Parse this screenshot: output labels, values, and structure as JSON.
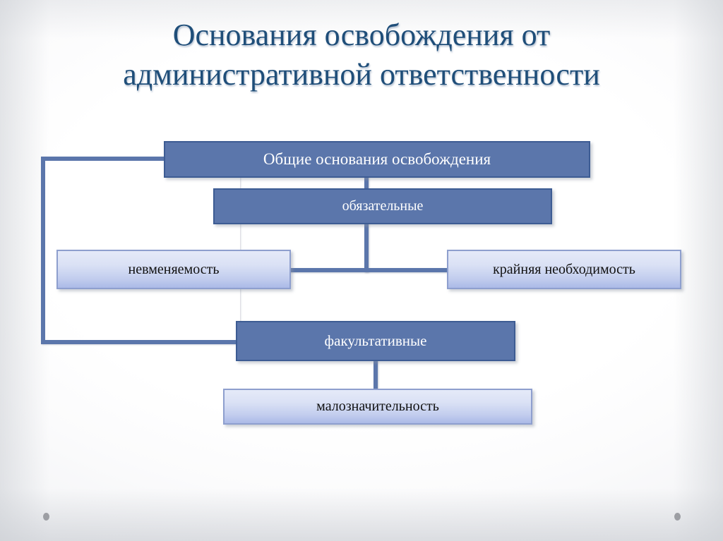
{
  "slide": {
    "title": "Основания освобождения от\nадминистративной ответственности",
    "title_color": "#1f4e79",
    "background_color": "#ffffff"
  },
  "diagram": {
    "type": "hierarchy-flowchart",
    "accent_dark": "#5b76ab",
    "accent_dark_border": "#3d5c93",
    "accent_light_top": "#e5eaf8",
    "accent_light_bottom": "#abbae7",
    "accent_light_border": "#8e9fce",
    "connector_color": "#5b76ab",
    "nodes": [
      {
        "id": "root",
        "label": "Общие основания освобождения",
        "style": "dark"
      },
      {
        "id": "mandatory",
        "label": "обязательные",
        "style": "dark"
      },
      {
        "id": "insanity",
        "label": "невменяемость",
        "style": "light"
      },
      {
        "id": "extreme-need",
        "label": "крайняя необходимость",
        "style": "light"
      },
      {
        "id": "optional",
        "label": "факультативные",
        "style": "dark"
      },
      {
        "id": "insignificance",
        "label": "малозначительность",
        "style": "light"
      }
    ],
    "edges": [
      {
        "from": "root",
        "to": "mandatory"
      },
      {
        "from": "mandatory",
        "to": "insanity"
      },
      {
        "from": "mandatory",
        "to": "extreme-need"
      },
      {
        "from": "root",
        "to": "optional"
      },
      {
        "from": "optional",
        "to": "insignificance"
      }
    ]
  },
  "decor": {
    "dot_color": "#8f9196",
    "dot_count": 2
  }
}
